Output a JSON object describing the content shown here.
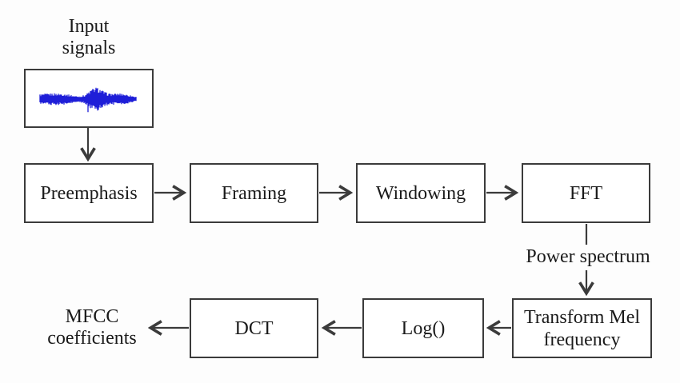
{
  "diagram": {
    "input_label": "Input signals",
    "output_label": "MFCC coefficients",
    "edge_label": "Power spectrum",
    "nodes": [
      {
        "id": "preemphasis",
        "label": "Preemphasis"
      },
      {
        "id": "framing",
        "label": "Framing"
      },
      {
        "id": "windowing",
        "label": "Windowing"
      },
      {
        "id": "fft",
        "label": "FFT"
      },
      {
        "id": "transform_mel",
        "label": "Transform Mel frequency"
      },
      {
        "id": "log",
        "label": "Log()"
      },
      {
        "id": "dct",
        "label": "DCT"
      }
    ],
    "flow": [
      "Input signals -> Preemphasis -> Framing -> Windowing -> FFT",
      "FFT -> (Power spectrum) -> Transform Mel frequency -> Log() -> DCT -> MFCC coefficients"
    ],
    "colors": {
      "waveform": "#1e1ed8",
      "stroke": "#3b3b3b",
      "box_fill": "#ffffff",
      "background": "#fdfdfd",
      "text": "#1a1a1a"
    }
  }
}
